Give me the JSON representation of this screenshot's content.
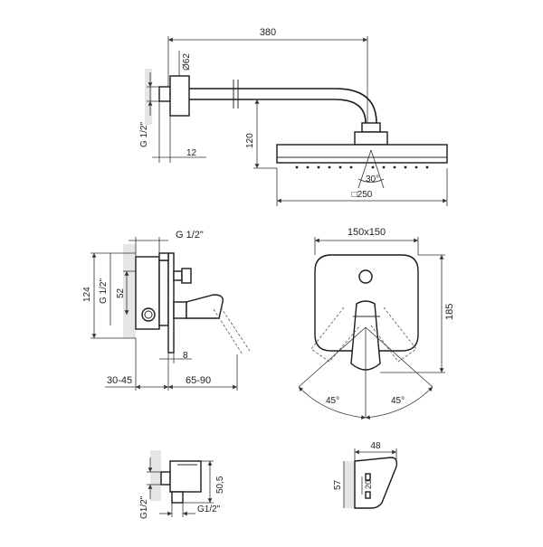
{
  "shower_arm": {
    "length": "380",
    "flange_diameter": "Ø62",
    "thread": "G 1/2\"",
    "wall_depth": "12",
    "drop_height": "120",
    "spray_angle": "30°",
    "head_size": "□250"
  },
  "mixer_side": {
    "thread_top": "G 1/2\"",
    "height_total": "124",
    "thread_side": "G 1/2\"",
    "height_mid": "52",
    "plate_thickness": "8",
    "wall_range": "30-45",
    "projection_range": "65-90"
  },
  "mixer_front": {
    "plate_size": "150x150",
    "height": "185",
    "rotation_left": "45°",
    "rotation_right": "45°"
  },
  "wall_outlet": {
    "thread_left": "G1/2\"",
    "height": "50,5",
    "thread_bottom": "G1/2\""
  },
  "holder": {
    "width": "48",
    "height": "57",
    "offset": "20"
  }
}
